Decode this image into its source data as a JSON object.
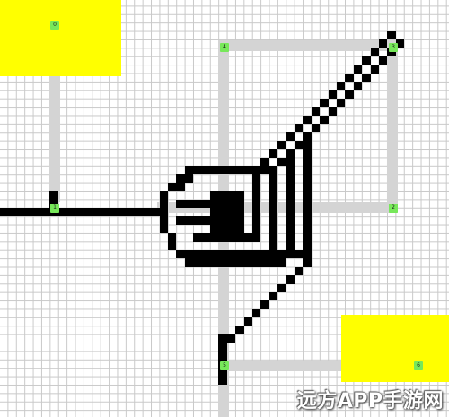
{
  "board": {
    "grid_color": "#c9c9c9",
    "wall_color": "#000000",
    "zone_color": "#ffff00",
    "connector_color": "#d4d4d4",
    "node_color": "#77e85a"
  },
  "nodes": [
    {
      "id": "node-0",
      "label": "0"
    },
    {
      "id": "node-1",
      "label": "1"
    },
    {
      "id": "node-2",
      "label": "2"
    },
    {
      "id": "node-3",
      "label": "3"
    },
    {
      "id": "node-4",
      "label": "4"
    },
    {
      "id": "node-5",
      "label": "5"
    },
    {
      "id": "node-6",
      "label": "6"
    }
  ],
  "watermark": {
    "text": "远方APP手游网"
  }
}
